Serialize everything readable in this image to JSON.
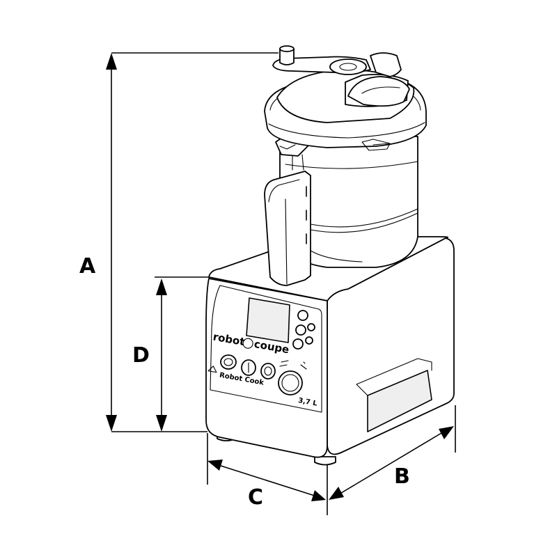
{
  "dimensions": {
    "a_label": "A",
    "b_label": "B",
    "c_label": "C",
    "d_label": "D"
  },
  "product": {
    "brand_left": "robot",
    "brand_right": "coupe",
    "model_name": "Robot Cook",
    "capacity": "3,7 L"
  }
}
